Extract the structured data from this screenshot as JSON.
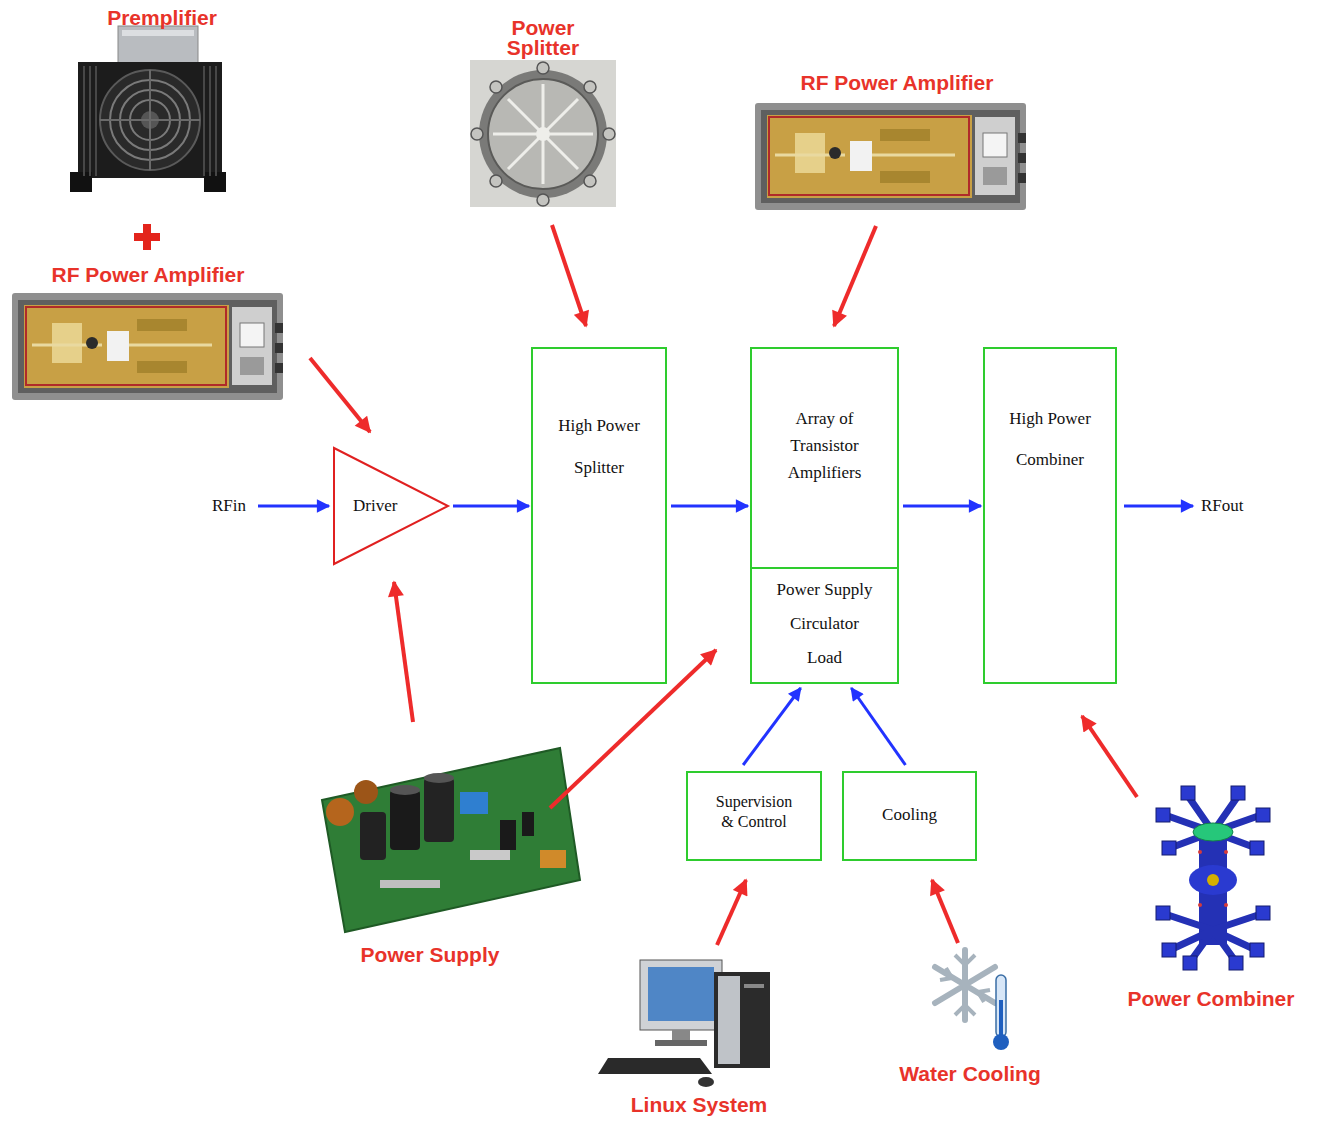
{
  "diagram": {
    "nodes": [
      {
        "text": [
          "Driver"
        ]
      },
      {
        "text": [
          "High Power Splitter"
        ]
      },
      {
        "text": [
          "Array of Transistor Amplifiers"
        ]
      },
      {
        "text": [
          "Power Supply Circulator Load"
        ]
      },
      {
        "text": [
          "High Power Combiner"
        ]
      },
      {
        "text": [
          "Supervision & Control"
        ]
      },
      {
        "text": [
          "Cooling"
        ]
      }
    ],
    "edges": [
      {
        "from": 0,
        "to": 1,
        "arrow": "to"
      },
      {
        "from": 1,
        "to": 2,
        "arrow": "to"
      },
      {
        "from": 2,
        "to": 4,
        "arrow": "to"
      },
      {
        "from": 5,
        "to": 3,
        "arrow": "to"
      },
      {
        "from": 6,
        "to": 3,
        "arrow": "to"
      }
    ],
    "labels": [
      "Premplifier",
      "RF Power Amplifier",
      "Power Splitter",
      "RF Power Amplifier",
      "RFin",
      "RFout",
      "Power Supply",
      "Linux System",
      "Water Cooling",
      "Power Combiner"
    ]
  }
}
